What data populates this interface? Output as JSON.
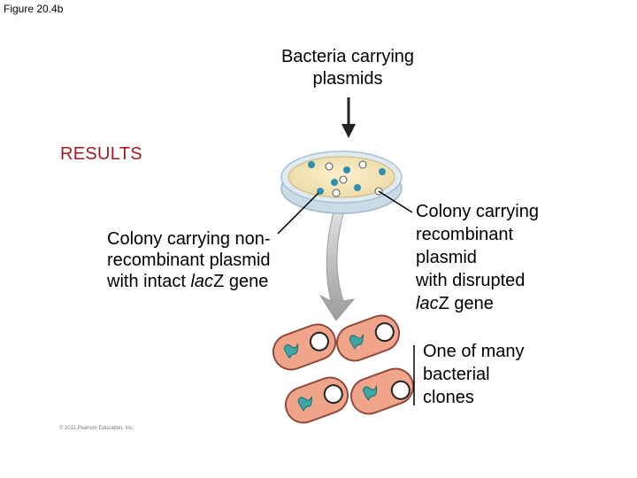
{
  "figure_label": "Figure 20.4b",
  "top_label_line1": "Bacteria carrying",
  "top_label_line2": "plasmids",
  "results_label": "RESULTS",
  "left_label": {
    "line1": "Colony carrying non-",
    "line2": "recombinant plasmid",
    "line3_prefix": "with intact ",
    "line3_gene": "lac",
    "line3_gene_rest": "Z gene"
  },
  "right_label": {
    "line1": "Colony carrying",
    "line2": "recombinant",
    "line3": "plasmid",
    "line4": "with disrupted",
    "line5_gene": "lac",
    "line5_rest": "Z gene"
  },
  "clones_label": {
    "line1": "One of many",
    "line2": "bacterial",
    "line3": "clones"
  },
  "copyright": "© 2011 Pearson Education, Inc.",
  "colors": {
    "results": "#a8181f",
    "agar": "#f3e2b0",
    "dish_rim": "#cfe0ea",
    "blue_colony": "#2f8fae",
    "cell_fill": "#f0a48a",
    "cell_border": "#8e4a3a",
    "dna": "#3fa6a6"
  }
}
